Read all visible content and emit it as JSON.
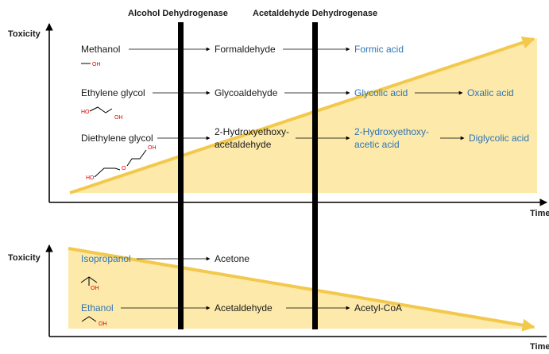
{
  "enzymes": {
    "first": "Alcohol Dehydrogenase",
    "second": "Acetaldehyde Dehydrogenase"
  },
  "axes": {
    "top_y": "Toxicity",
    "top_x": "Time",
    "bottom_y": "Toxicity",
    "bottom_x": "Time"
  },
  "top_panel": {
    "row1": {
      "c1": "Methanol",
      "c2": "Formaldehyde",
      "c3": "Formic acid"
    },
    "row2": {
      "c1": "Ethylene glycol",
      "c2": "Glycoaldehyde",
      "c3": "Glycolic acid",
      "c4": "Oxalic acid"
    },
    "row3": {
      "c1": "Diethylene glycol",
      "c2a": "2-Hydroxyethoxy-",
      "c2b": "acetaldehyde",
      "c3a": "2-Hydroxyethoxy-",
      "c3b": "acetic acid",
      "c4": "Diglycolic acid"
    }
  },
  "bottom_panel": {
    "row1": {
      "c1": "Isopropanol",
      "c2": "Acetone"
    },
    "row2": {
      "c1": "Ethanol",
      "c2": "Acetaldehyde",
      "c3": "Acetyl-CoA"
    }
  },
  "structure_labels": {
    "oh": "OH",
    "ho": "HO",
    "o": "O"
  },
  "colors": {
    "trend_fill": "#fde9a9",
    "trend_stroke": "#f2c94c",
    "enzyme_bar": "#000000",
    "product_blue": "#2e75b6",
    "heteroatom_red": "#e00000"
  }
}
